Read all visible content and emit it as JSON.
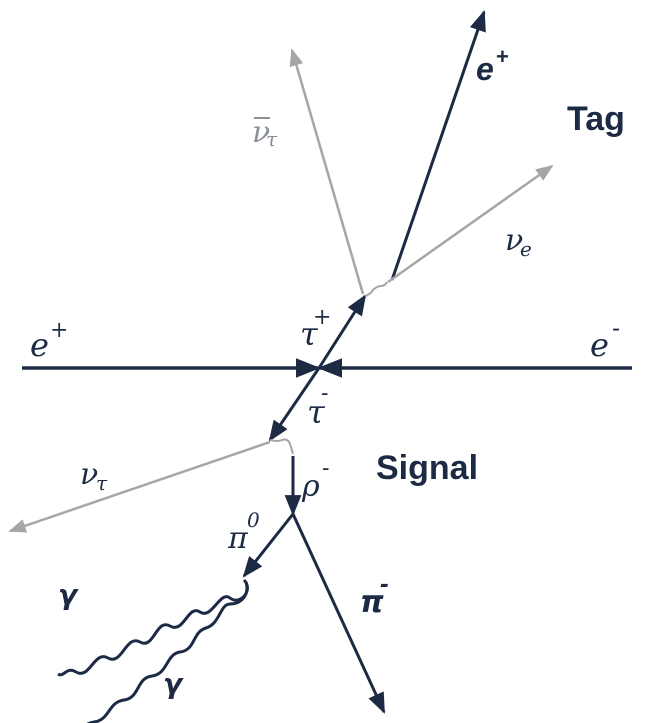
{
  "labels": {
    "e_plus_left": "e",
    "e_plus_left_sup": "+",
    "e_minus_right": "e",
    "e_minus_right_sup": "-",
    "tau_plus": "τ",
    "tau_plus_sup": "+",
    "tau_minus": "τ",
    "tau_minus_sup": "-",
    "anti_nu_tau": "ν",
    "anti_nu_tau_sub": "τ",
    "e_plus_tag": "e",
    "e_plus_tag_sup": "+",
    "nu_e": "ν",
    "nu_e_sub": "e",
    "nu_tau": "ν",
    "nu_tau_sub": "τ",
    "rho_minus": "ρ",
    "rho_minus_sup": "-",
    "pi_zero": "π",
    "pi_zero_sup": "0",
    "pi_minus": "π",
    "pi_minus_sup": "-",
    "gamma_1": "γ",
    "gamma_2": "γ",
    "tag": "Tag",
    "signal": "Signal"
  },
  "colors": {
    "dark": "#1c2a44",
    "gray": "#a6a6a6"
  }
}
